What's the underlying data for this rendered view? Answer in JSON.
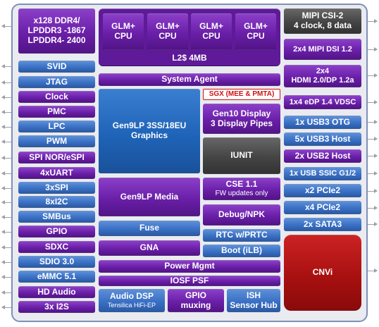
{
  "memory": {
    "line1": "x128 DDR4/",
    "line2": "LPDDR3 -1867",
    "line3": "LPDDR4- 2400"
  },
  "cpus": [
    {
      "line1": "GLM+",
      "line2": "CPU"
    },
    {
      "line1": "GLM+",
      "line2": "CPU"
    },
    {
      "line1": "GLM+",
      "line2": "CPU"
    },
    {
      "line1": "GLM+",
      "line2": "CPU"
    }
  ],
  "l2": "L2$ 4MB",
  "system_agent": "System Agent",
  "sgx": "SGX (MEE & PMTA)",
  "graphics": {
    "line1": "Gen9LP 3SS/18EU",
    "line2": "Graphics"
  },
  "display": {
    "line1": "Gen10 Display",
    "line2": "3 Display Pipes"
  },
  "iunit": "IUNIT",
  "media": "Gen9LP Media",
  "cse": {
    "line1": "CSE 1.1",
    "line2": "FW updates only"
  },
  "debug": "Debug/NPK",
  "fuse": "Fuse",
  "rtc": "RTC w/PRTC",
  "gna": "GNA",
  "boot": "Boot (iLB)",
  "power": "Power Mgmt",
  "iosf": "IOSF PSF",
  "audio": {
    "line1": "Audio DSP",
    "line2": "Tensilica HiFi-EP"
  },
  "gpio_mux": {
    "line1": "GPIO",
    "line2": "muxing"
  },
  "ish": {
    "line1": "ISH",
    "line2": "Sensor Hub"
  },
  "cnvi": "CNVi",
  "left_io": [
    "SVID",
    "JTAG",
    "Clock",
    "PMC",
    "LPC",
    "PWM",
    "SPI NOR/eSPI",
    "4xUART",
    "3xSPI",
    "8xI2C",
    "SMBus",
    "GPIO",
    "SDXC",
    "SDIO 3.0",
    "eMMC 5.1",
    "HD Audio",
    "3x I2S"
  ],
  "right_io": {
    "mipi_csi": {
      "line1": "MIPI CSI-2",
      "line2": "4 clock, 8 data"
    },
    "mipi_dsi": "2x4 MIPI DSI 1.2",
    "hdmi": {
      "line1": "2x4",
      "line2": "HDMI 2.0/DP 1.2a"
    },
    "edp": "1x4 eDP 1.4 VDSC",
    "usb3otg": "1x USB3 OTG",
    "usb3host": "5x USB3 Host",
    "usb2host": "2x USB2 Host",
    "usbssic": "1x USB SSIC G1/2",
    "pcie_x2": "x2 PCIe2",
    "pcie_x4": "x4 PCIe2",
    "sata": "2x SATA3"
  },
  "colors": {
    "purple": "#6a1fa8",
    "blue": "#3a70c4",
    "grey": "#444444",
    "red": "#a50f0f",
    "sgx_text": "#d01010"
  }
}
